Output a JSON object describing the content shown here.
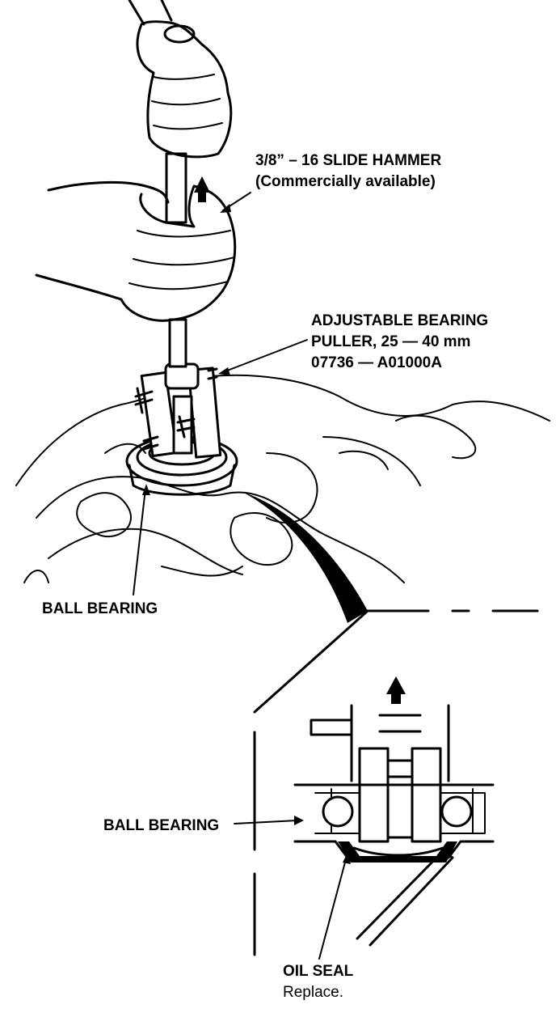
{
  "labels": {
    "slide_hammer": {
      "line1": "3/8” – 16 SLIDE HAMMER",
      "line2": "(Commercially available)"
    },
    "bearing_puller": {
      "line1": "ADJUSTABLE BEARING",
      "line2": "PULLER, 25 — 40 mm",
      "line3": "07736 — A01000A"
    },
    "ball_bearing_top": "BALL BEARING",
    "ball_bearing_detail": "BALL BEARING",
    "oil_seal": {
      "name": "OIL SEAL",
      "note": "Replace."
    }
  }
}
